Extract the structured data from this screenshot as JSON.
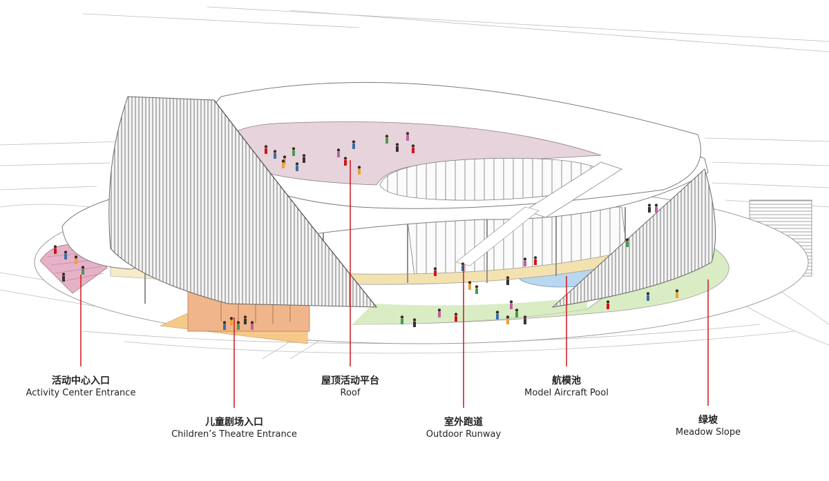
{
  "callouts": [
    {
      "id": "activity",
      "zh": "活动中心入口",
      "en": "Activity Center Entrance"
    },
    {
      "id": "theatre",
      "zh": "儿童剧场入口",
      "en": "Children’s Theatre Entrance"
    },
    {
      "id": "roof",
      "zh": "屋顶活动平台",
      "en": "Roof"
    },
    {
      "id": "runway",
      "zh": "室外跑道",
      "en": "Outdoor Runway"
    },
    {
      "id": "pool",
      "zh": "航模池",
      "en": "Model Aircraft Pool"
    },
    {
      "id": "meadow",
      "zh": "绿坡",
      "en": "Meadow Slope"
    }
  ],
  "colors": {
    "callout_line": "#d0141e",
    "roof_deck": "#e6d3db",
    "meadow": "#d9ecc4",
    "runway": "#f3e2b0",
    "theatre": "#f0b58a",
    "theatre_ramp": "#f6c98a",
    "pool": "#b9d7ee",
    "stair": "#e6b2c8",
    "facade": "#6b6b6b"
  }
}
